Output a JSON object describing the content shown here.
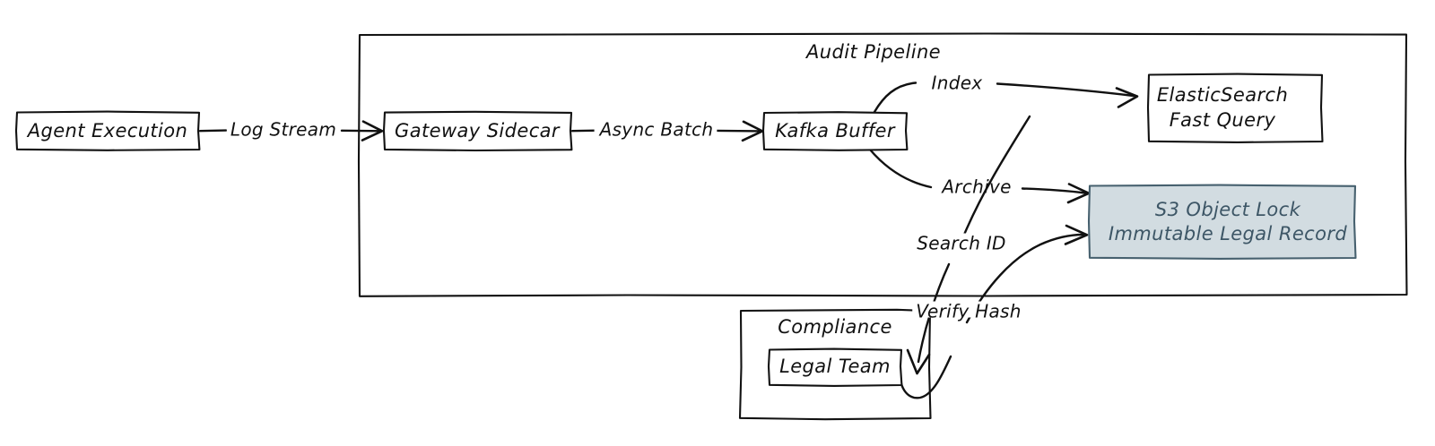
{
  "diagram": {
    "title": "Audit Pipeline",
    "style": "hand-drawn",
    "background": "#ffffff",
    "stroke_color": "#111111",
    "accent_fill": "#d2dce1",
    "accent_stroke": "#47616f",
    "accent_text": "#3d5666"
  },
  "clusters": [
    {
      "id": "audit-pipeline",
      "label": "Audit Pipeline"
    },
    {
      "id": "compliance",
      "label": "Compliance"
    }
  ],
  "nodes": [
    {
      "id": "agent-execution",
      "label": "Agent Execution"
    },
    {
      "id": "gateway-sidecar",
      "label": "Gateway Sidecar"
    },
    {
      "id": "kafka-buffer",
      "label": "Kafka Buffer"
    },
    {
      "id": "elasticsearch",
      "label_line1": "ElasticSearch",
      "label_line2": "Fast Query"
    },
    {
      "id": "s3-object-lock",
      "label_line1": "S3 Object Lock",
      "label_line2": "Immutable Legal Record"
    },
    {
      "id": "legal-team",
      "label": "Legal Team"
    }
  ],
  "edges": [
    {
      "id": "log-stream",
      "label": "Log Stream",
      "from": "agent-execution",
      "to": "gateway-sidecar"
    },
    {
      "id": "async-batch",
      "label": "Async Batch",
      "from": "gateway-sidecar",
      "to": "kafka-buffer"
    },
    {
      "id": "index",
      "label": "Index",
      "from": "kafka-buffer",
      "to": "elasticsearch"
    },
    {
      "id": "archive",
      "label": "Archive",
      "from": "kafka-buffer",
      "to": "s3-object-lock"
    },
    {
      "id": "search-id",
      "label": "Search ID",
      "from": "elasticsearch",
      "to": "legal-team"
    },
    {
      "id": "verify-hash",
      "label": "Verify Hash",
      "from": "legal-team",
      "to": "s3-object-lock"
    }
  ]
}
